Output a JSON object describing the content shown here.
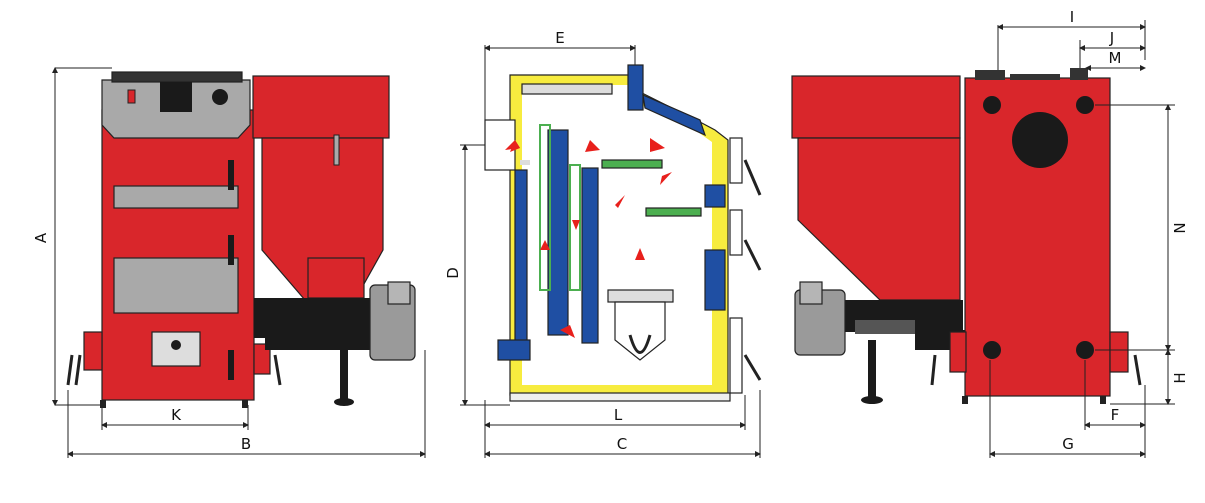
{
  "colors": {
    "boiler_red": "#d9262b",
    "panel_grey": "#a9a9a9",
    "dark_grey": "#4a4a4a",
    "insulation_yellow": "#f7ec3f",
    "water_jacket_blue": "#1f4fa3",
    "baffle_green": "#4caf50",
    "flow_arrow_red": "#e8201c",
    "black": "#1a1a1a"
  },
  "dimensions": {
    "A": "A",
    "B": "B",
    "C": "C",
    "D": "D",
    "E": "E",
    "F": "F",
    "G": "G",
    "H": "H",
    "I": "I",
    "J": "J",
    "K": "K",
    "L": "L",
    "M": "M",
    "N": "N"
  }
}
